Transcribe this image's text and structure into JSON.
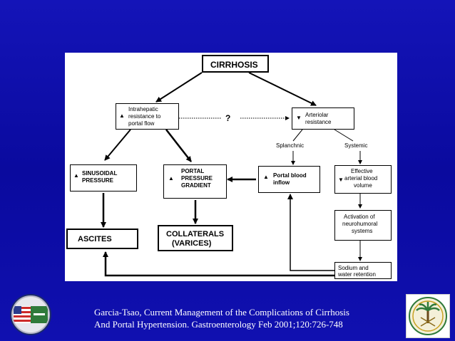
{
  "diagram": {
    "title": "CIRRHOSIS",
    "intrahepatic": {
      "line1": "Intrahepatic",
      "line2": "resistance to",
      "line3": "portal flow"
    },
    "question": "?",
    "arteriolar": {
      "line1": "Arteriolar",
      "line2": "resistance"
    },
    "splanchnic": "Splanchnic",
    "systemic": "Systemic",
    "sinusoidal": {
      "line1": "SINUSOIDAL",
      "line2": "PRESSURE"
    },
    "portal_pressure": {
      "line1": "PORTAL",
      "line2": "PRESSURE",
      "line3": "GRADIENT"
    },
    "portal_blood": {
      "line1": "Portal blood",
      "line2": "inflow"
    },
    "effective": {
      "line1": "Effective",
      "line2": "arterial blood",
      "line3": "volume"
    },
    "activation": {
      "line1": "Activation of",
      "line2": "neurohumoral",
      "line3": "systems"
    },
    "ascites": "ASCITES",
    "collaterals": {
      "line1": "COLLATERALS",
      "line2": "(VARICES)"
    },
    "sodium": {
      "line1": "Sodium and",
      "line2": "water retention"
    },
    "up_arrow": "▲",
    "down_arrow": "▼"
  },
  "citation": {
    "line1": "Garcia-Tsao, Current Management of the Complications of Cirrhosis",
    "line2": "And Portal Hypertension. Gastroenterology Feb 2001;120:726-748"
  },
  "colors": {
    "background": "#1010b0",
    "diagram_bg": "#ffffff",
    "text": "#ffffff"
  }
}
